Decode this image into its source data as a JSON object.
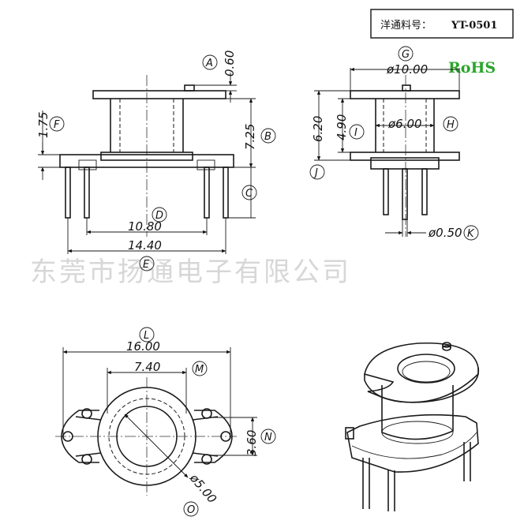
{
  "title_box": {
    "label": "洋通料号：",
    "part_no": "YT-0501"
  },
  "rohs": "RoHS",
  "rohs_color": "#2aa52a",
  "watermark": "东莞市扬通电子有限公司",
  "front_view": {
    "dims": {
      "a": "0.60",
      "b": "7.25",
      "c": "",
      "d": "10.80",
      "e": "14.40",
      "f": "1.75"
    },
    "letters": {
      "a": "A",
      "b": "B",
      "c": "C",
      "d": "D",
      "e": "E",
      "f": "F"
    }
  },
  "side_view": {
    "dims": {
      "g": "ø10.00",
      "h": "ø6.00",
      "i": "4.90",
      "j": "6.20",
      "k": "ø0.50"
    },
    "letters": {
      "g": "G",
      "h": "H",
      "i": "I",
      "j": "J",
      "k": "K"
    }
  },
  "bottom_view": {
    "dims": {
      "l": "16.00",
      "m": "7.40",
      "n": "3.60",
      "o": "ø5.00"
    },
    "letters": {
      "l": "L",
      "m": "M",
      "n": "N",
      "o": "O"
    }
  }
}
